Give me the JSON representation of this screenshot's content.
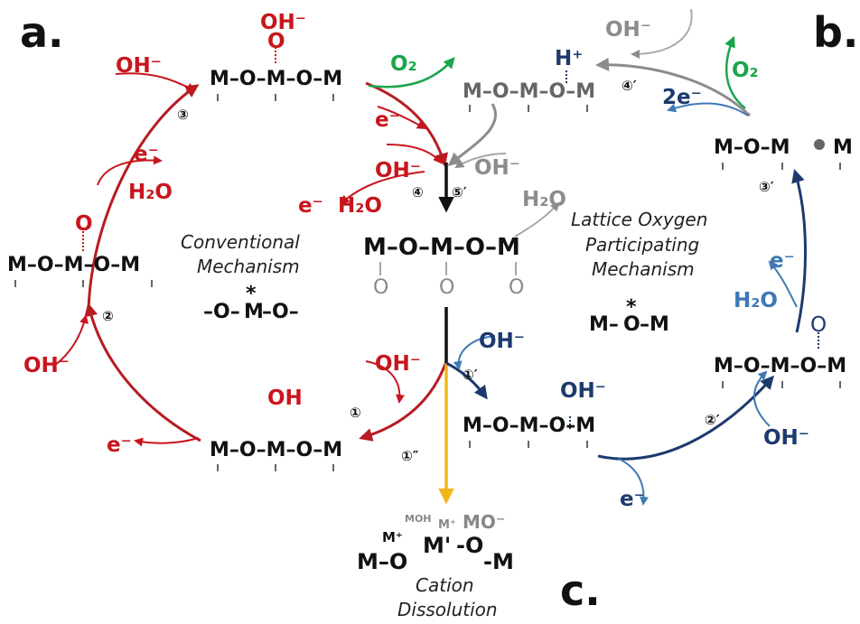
{
  "panels": {
    "a": "a.",
    "b": "b.",
    "c": "c."
  },
  "chain_label": "M–O–M–O–M",
  "tick_label": "ı",
  "species": {
    "m_o": "M–O",
    "m_o_m": "M–O–M",
    "m": "M",
    "o": "O",
    "oh": "OH",
    "oh_minus": "OH⁻",
    "h_plus": "H⁺",
    "o2": "O₂",
    "h2o": "H₂O",
    "e_minus": "e⁻",
    "two_e_minus": "2e⁻",
    "moh": "MOH",
    "m_plus": "M⁺",
    "mo_minus": "MO⁻",
    "m_prime": "M'",
    "o_dash": "-O",
    "m_dash": "-M",
    "m_star": "M",
    "star": "*",
    "dash_o": "–O–",
    "dash_m": "M–",
    "dash_end": "–M"
  },
  "steps": {
    "s1": "①",
    "s2": "②",
    "s3": "③",
    "s4": "④",
    "s5p": "⑤′",
    "s1p": "①′",
    "s2p": "②′",
    "s3p": "③′",
    "s4p": "④′",
    "s1pp": "①″"
  },
  "mechanisms": {
    "conventional": [
      "Conventional",
      "Mechanism"
    ],
    "lattice": [
      "Lattice Oxygen",
      "Participating",
      "Mechanism"
    ],
    "dissolution": [
      "Cation",
      "Dissolution"
    ]
  },
  "colors": {
    "conventional": "#c8161d",
    "conventional_arrow": "#b61c22",
    "lattice_dark": "#1c3a6e",
    "lattice_light": "#3f79b5",
    "gray": "#8c8c8c",
    "oxygen_green": "#1aa64a",
    "dissolution": "#f2b618",
    "black": "#111111"
  }
}
